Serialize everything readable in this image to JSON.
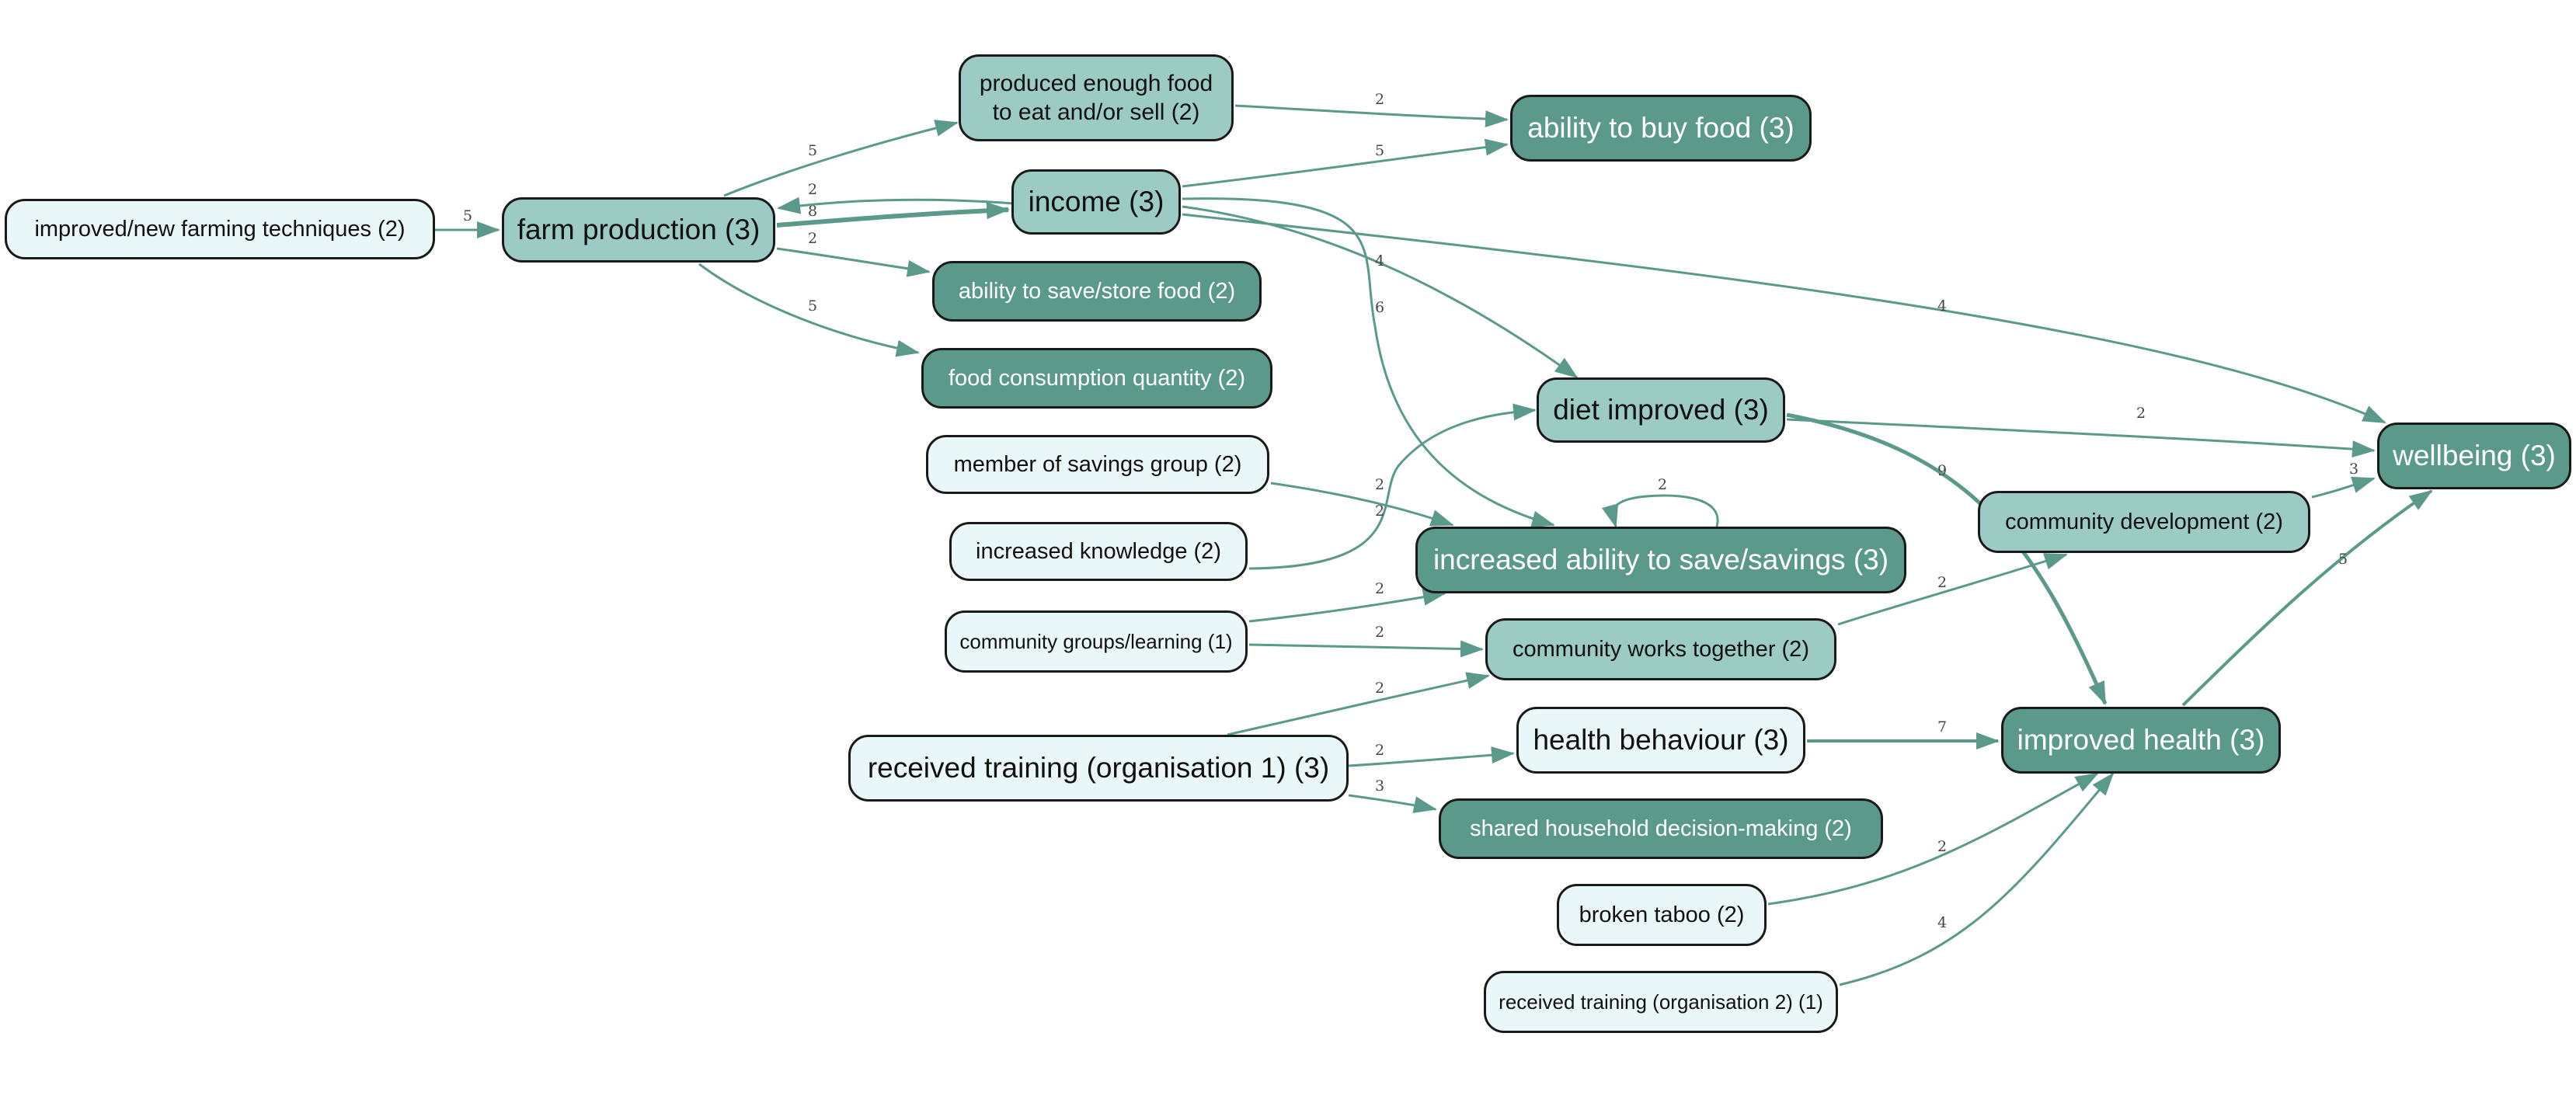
{
  "colors": {
    "edge": "#5b9a8b",
    "node_light": "#e9f7f8",
    "node_mid": "#9ccbc4",
    "node_dark": "#5b9a8b",
    "border": "#1a1a1a"
  },
  "nodes": [
    {
      "id": "improved_farming",
      "label": "improved/new farming techniques (2)",
      "shade": "light"
    },
    {
      "id": "farm_production",
      "label": "farm production (3)",
      "shade": "mid"
    },
    {
      "id": "produced_enough",
      "label": "produced enough food\nto eat and/or sell (2)",
      "shade": "mid"
    },
    {
      "id": "income",
      "label": "income (3)",
      "shade": "mid"
    },
    {
      "id": "ability_buy",
      "label": "ability to buy food (3)",
      "shade": "dark"
    },
    {
      "id": "save_store",
      "label": "ability to save/store food (2)",
      "shade": "dark"
    },
    {
      "id": "consumption",
      "label": "food consumption quantity (2)",
      "shade": "dark"
    },
    {
      "id": "diet",
      "label": "diet improved (3)",
      "shade": "mid"
    },
    {
      "id": "savings_group",
      "label": "member of savings group (2)",
      "shade": "light"
    },
    {
      "id": "knowledge",
      "label": "increased knowledge (2)",
      "shade": "light"
    },
    {
      "id": "savings",
      "label": "increased ability to save/savings (3)",
      "shade": "dark"
    },
    {
      "id": "community_groups",
      "label": "community groups/learning (1)",
      "shade": "light"
    },
    {
      "id": "works_together",
      "label": "community works together (2)",
      "shade": "mid"
    },
    {
      "id": "community_dev",
      "label": "community development (2)",
      "shade": "mid"
    },
    {
      "id": "wellbeing",
      "label": "wellbeing (3)",
      "shade": "dark"
    },
    {
      "id": "training1",
      "label": "received training (organisation 1) (3)",
      "shade": "light"
    },
    {
      "id": "health_behaviour",
      "label": "health behaviour (3)",
      "shade": "light"
    },
    {
      "id": "improved_health",
      "label": "improved health (3)",
      "shade": "dark"
    },
    {
      "id": "shared_decision",
      "label": "shared household decision-making (2)",
      "shade": "dark"
    },
    {
      "id": "taboo",
      "label": "broken taboo (2)",
      "shade": "light"
    },
    {
      "id": "training2",
      "label": "received training (organisation 2) (1)",
      "shade": "light"
    }
  ],
  "edges": [
    {
      "from": "improved_farming",
      "to": "farm_production",
      "weight": "5"
    },
    {
      "from": "farm_production",
      "to": "produced_enough",
      "weight": "5"
    },
    {
      "from": "farm_production",
      "to": "income",
      "weight": "8"
    },
    {
      "from": "income",
      "to": "farm_production",
      "weight": "2"
    },
    {
      "from": "farm_production",
      "to": "save_store",
      "weight": "2"
    },
    {
      "from": "farm_production",
      "to": "consumption",
      "weight": "5"
    },
    {
      "from": "produced_enough",
      "to": "ability_buy",
      "weight": "2"
    },
    {
      "from": "income",
      "to": "ability_buy",
      "weight": "5"
    },
    {
      "from": "income",
      "to": "diet",
      "weight": "4"
    },
    {
      "from": "income",
      "to": "savings",
      "weight": "6"
    },
    {
      "from": "income",
      "to": "wellbeing",
      "weight": "4"
    },
    {
      "from": "diet",
      "to": "wellbeing",
      "weight": "2"
    },
    {
      "from": "diet",
      "to": "improved_health",
      "weight": "9"
    },
    {
      "from": "savings_group",
      "to": "savings",
      "weight": "2"
    },
    {
      "from": "knowledge",
      "to": "diet",
      "weight": "2"
    },
    {
      "from": "savings",
      "to": "savings",
      "weight": "2"
    },
    {
      "from": "community_groups",
      "to": "savings",
      "weight": "2"
    },
    {
      "from": "community_groups",
      "to": "works_together",
      "weight": "2"
    },
    {
      "from": "training1",
      "to": "works_together",
      "weight": "2"
    },
    {
      "from": "training1",
      "to": "health_behaviour",
      "weight": "2"
    },
    {
      "from": "training1",
      "to": "shared_decision",
      "weight": "3"
    },
    {
      "from": "works_together",
      "to": "community_dev",
      "weight": "2"
    },
    {
      "from": "community_dev",
      "to": "wellbeing",
      "weight": "3"
    },
    {
      "from": "health_behaviour",
      "to": "improved_health",
      "weight": "7"
    },
    {
      "from": "improved_health",
      "to": "wellbeing",
      "weight": "5"
    },
    {
      "from": "taboo",
      "to": "improved_health",
      "weight": "2"
    },
    {
      "from": "training2",
      "to": "improved_health",
      "weight": "4"
    }
  ]
}
